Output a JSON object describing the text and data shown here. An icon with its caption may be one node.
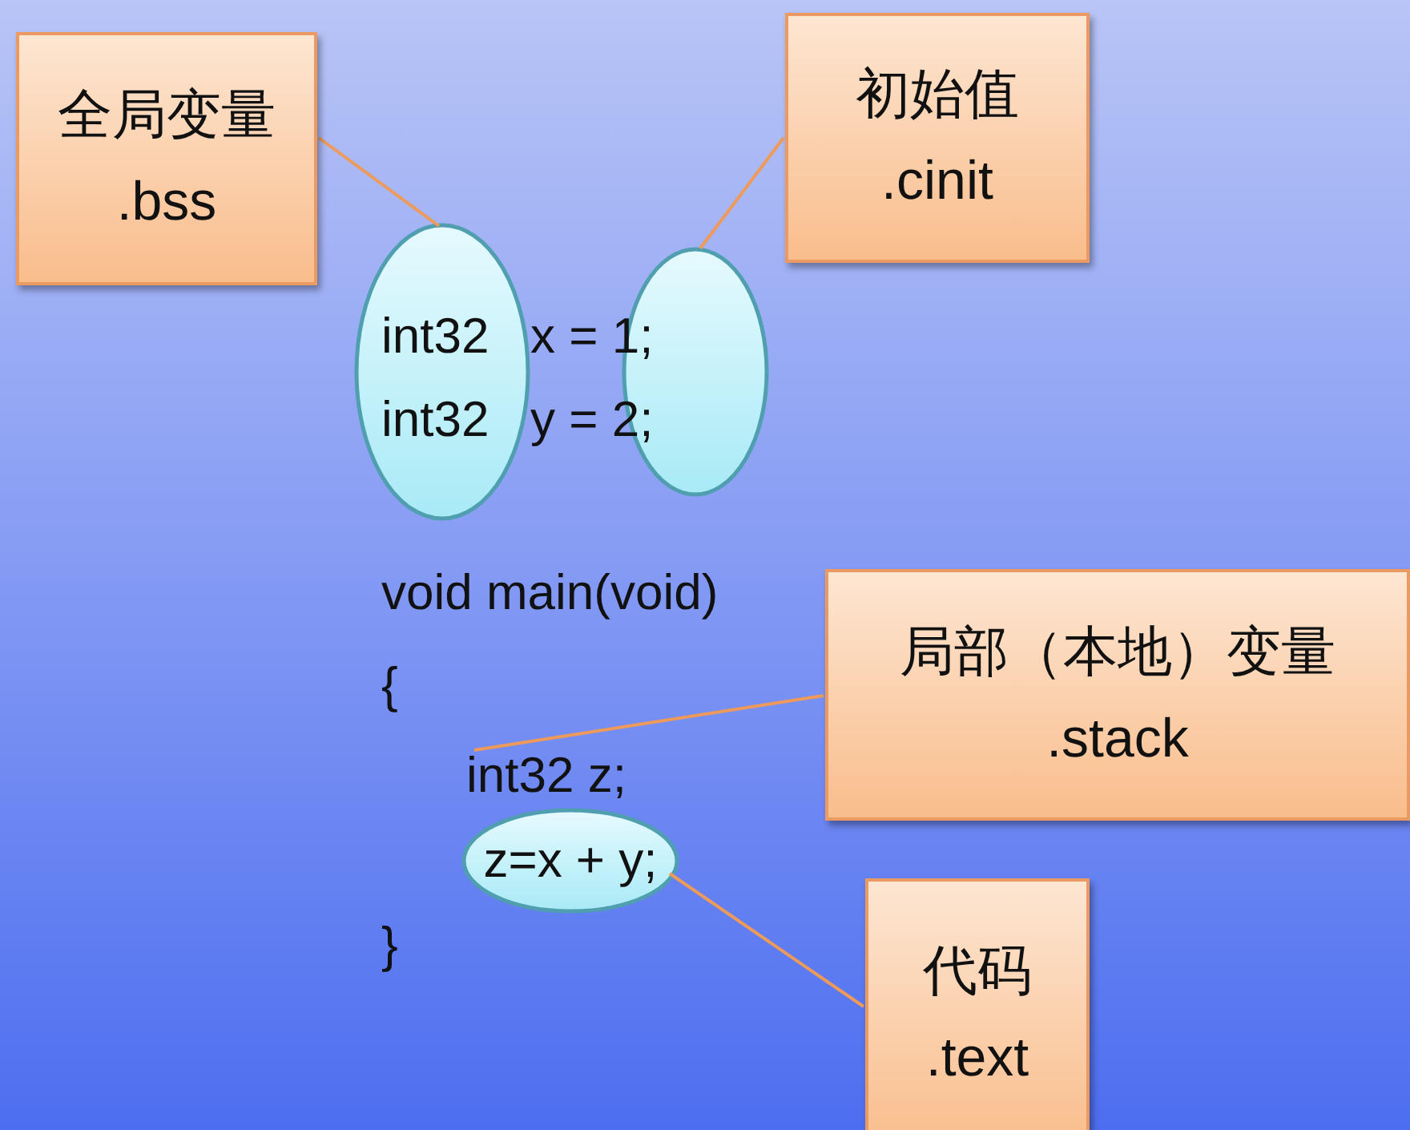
{
  "diagram": {
    "nodes": [
      {
        "text": [
          "全局变量",
          ".bss"
        ]
      },
      {
        "text": [],
        "shape": "ellipse"
      },
      {
        "text": [
          "初始值",
          ".cinit"
        ]
      },
      {
        "text": [],
        "shape": "ellipse"
      },
      {
        "text": [
          "局部（本地）变量",
          ".stack"
        ]
      },
      {
        "text": [
          "int32 z;"
        ]
      },
      {
        "text": [
          "z=x + y;"
        ]
      },
      {
        "text": [
          "代码",
          ".text"
        ]
      }
    ],
    "edges": [
      {
        "from": 0,
        "to": 1,
        "arrow": "none"
      },
      {
        "from": 2,
        "to": 3,
        "arrow": "none"
      },
      {
        "from": 4,
        "to": 5,
        "arrow": "none"
      },
      {
        "from": 7,
        "to": 6,
        "arrow": "none"
      }
    ],
    "labels": [
      "int32   x = 1;",
      "int32   y = 2;",
      "void main(void)",
      "{",
      "}"
    ]
  }
}
